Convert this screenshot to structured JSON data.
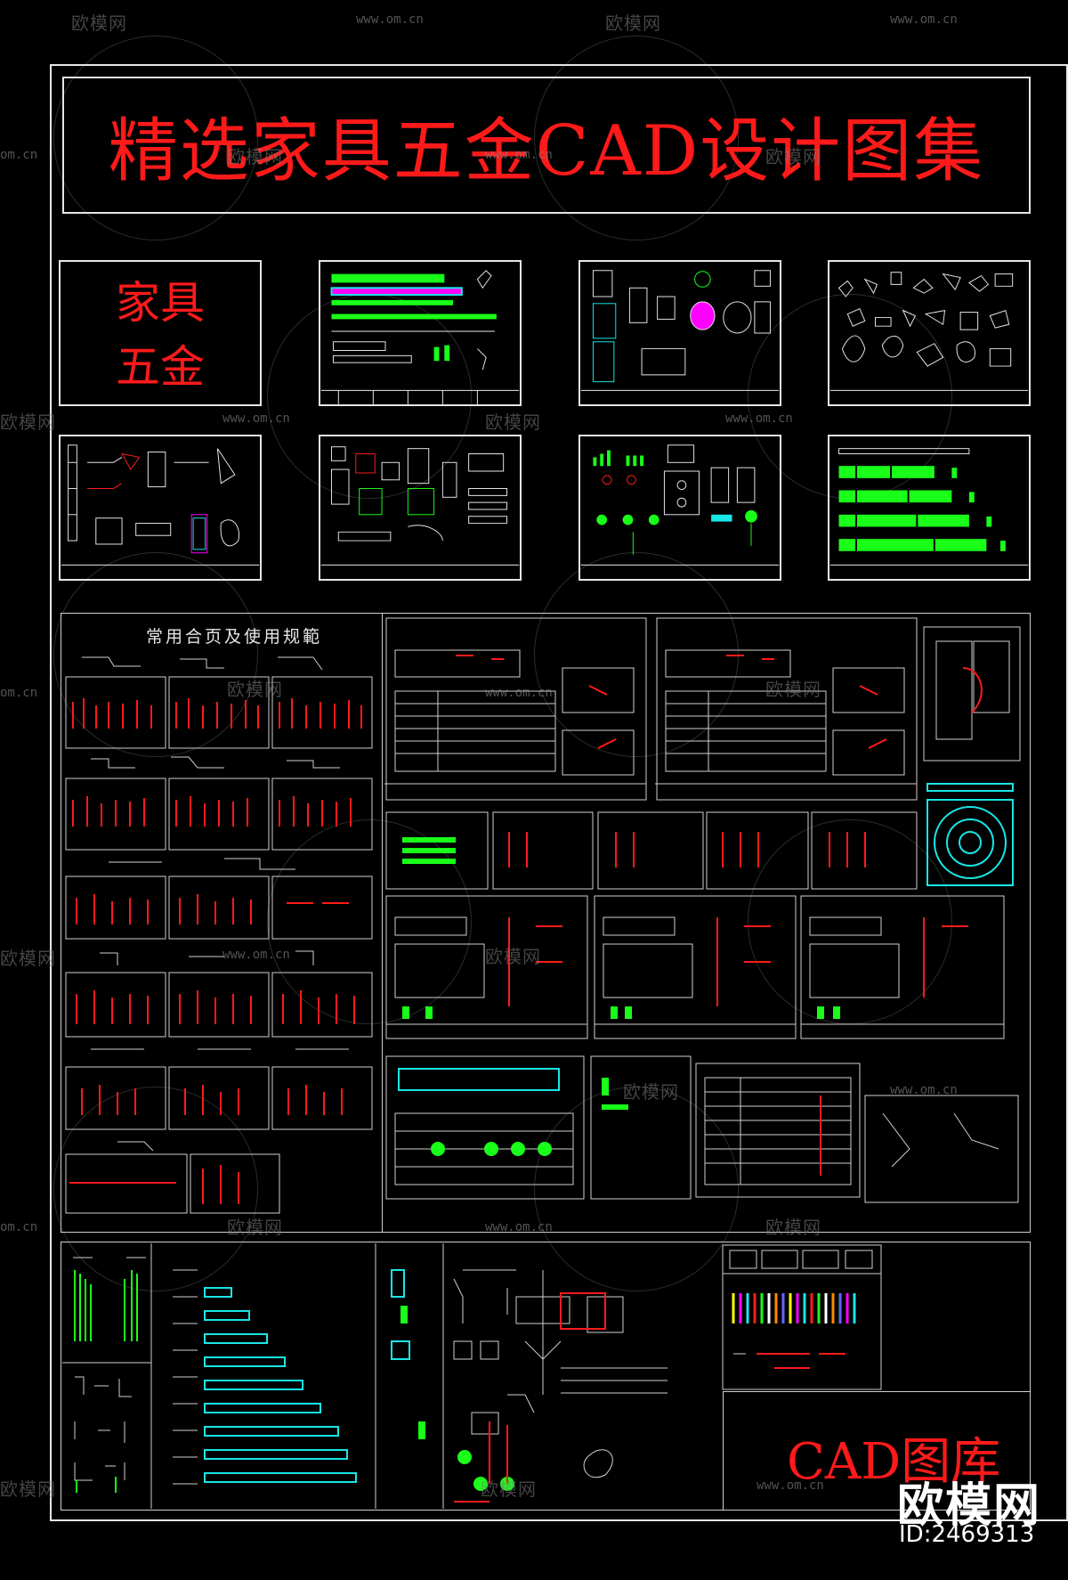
{
  "watermark": {
    "brand": "欧模网",
    "url": "www.om.cn",
    "url_short": "om.cn"
  },
  "title": "精选家具五金CAD设计图集",
  "badge": {
    "line1": "家具",
    "line2": "五金"
  },
  "section_title": "常用合页及使用规範",
  "cad_library": "CAD图库",
  "brand_mark": {
    "name": "欧模网",
    "id": "ID:2469313"
  },
  "colors": {
    "background": "#000000",
    "frame": "#e6e6e6",
    "title_red": "#ff1a1a",
    "cad_green": "#19ff19",
    "cad_magenta": "#ff00ff",
    "cad_cyan": "#19e6e6",
    "cad_white": "#e6e6e6"
  }
}
